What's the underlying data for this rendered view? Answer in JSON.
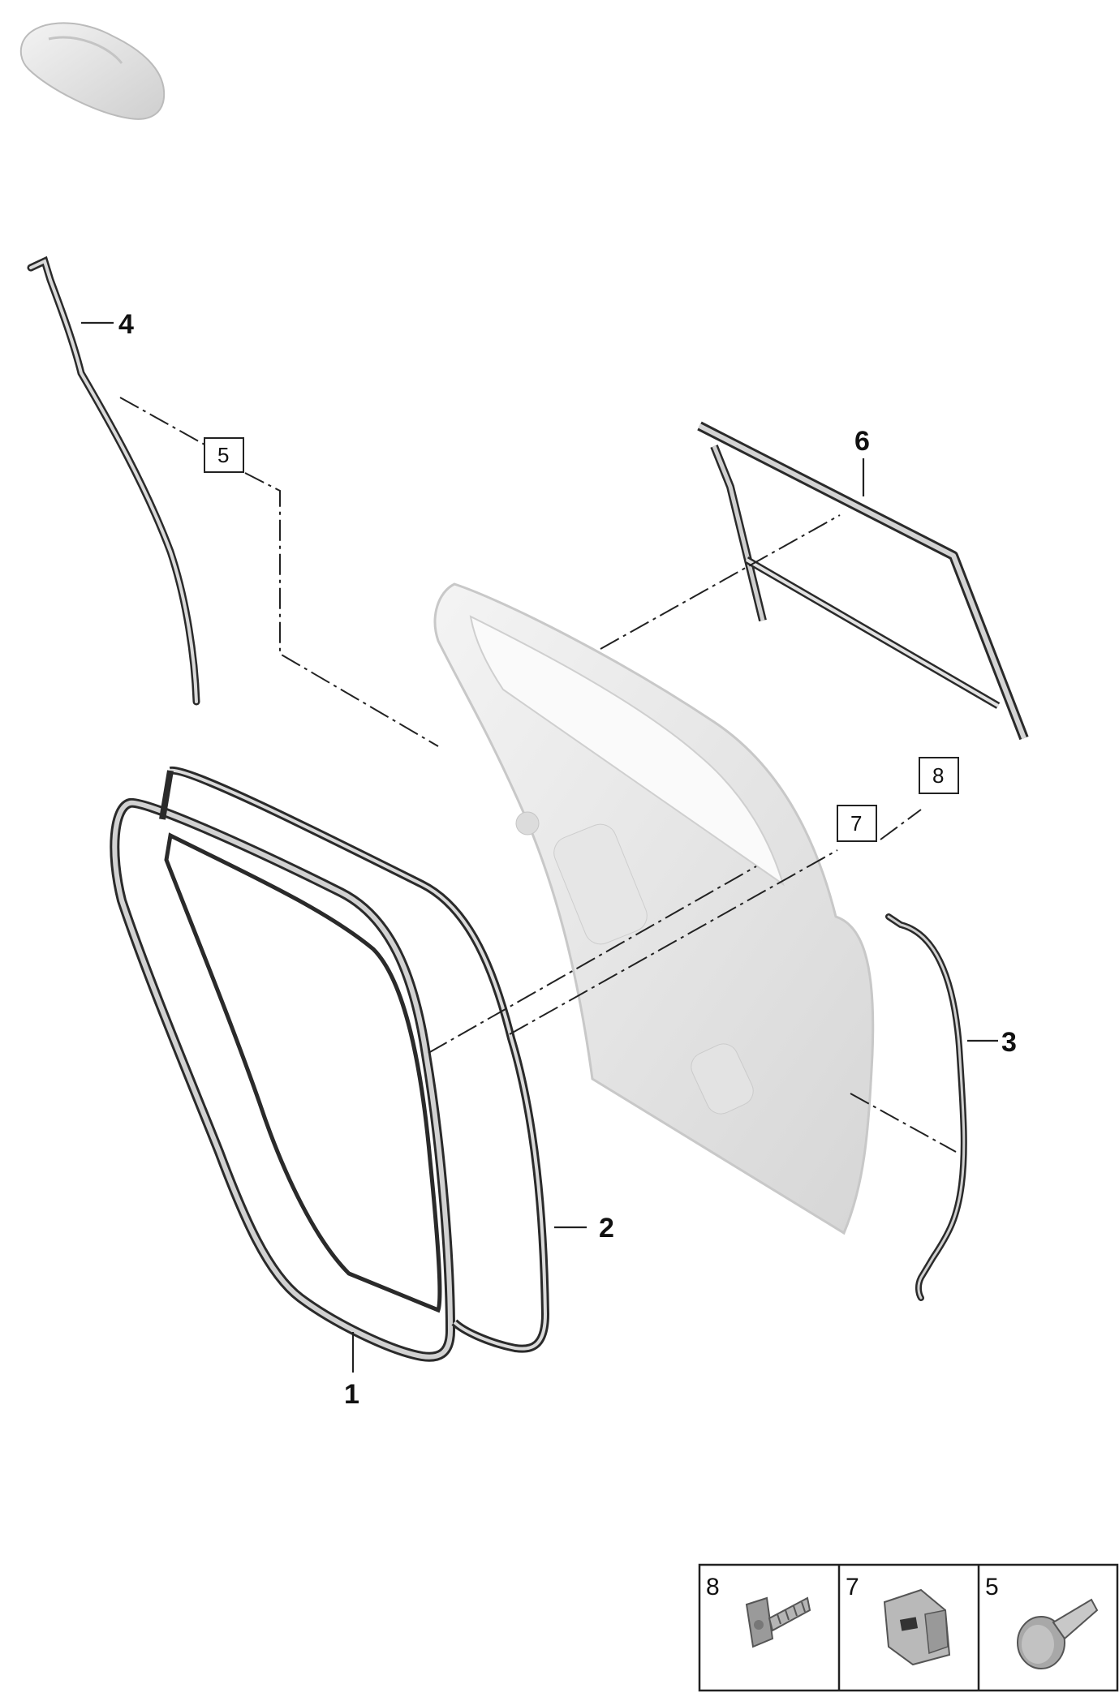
{
  "callouts": {
    "c1": "1",
    "c2": "2",
    "c3": "3",
    "c4": "4",
    "c6": "6"
  },
  "boxed_refs": {
    "b5": "5",
    "b7": "7",
    "b8": "8"
  },
  "legend": [
    {
      "number": "8",
      "icon": "screw-icon"
    },
    {
      "number": "7",
      "icon": "clip-nut-icon"
    },
    {
      "number": "5",
      "icon": "push-clip-icon"
    }
  ]
}
